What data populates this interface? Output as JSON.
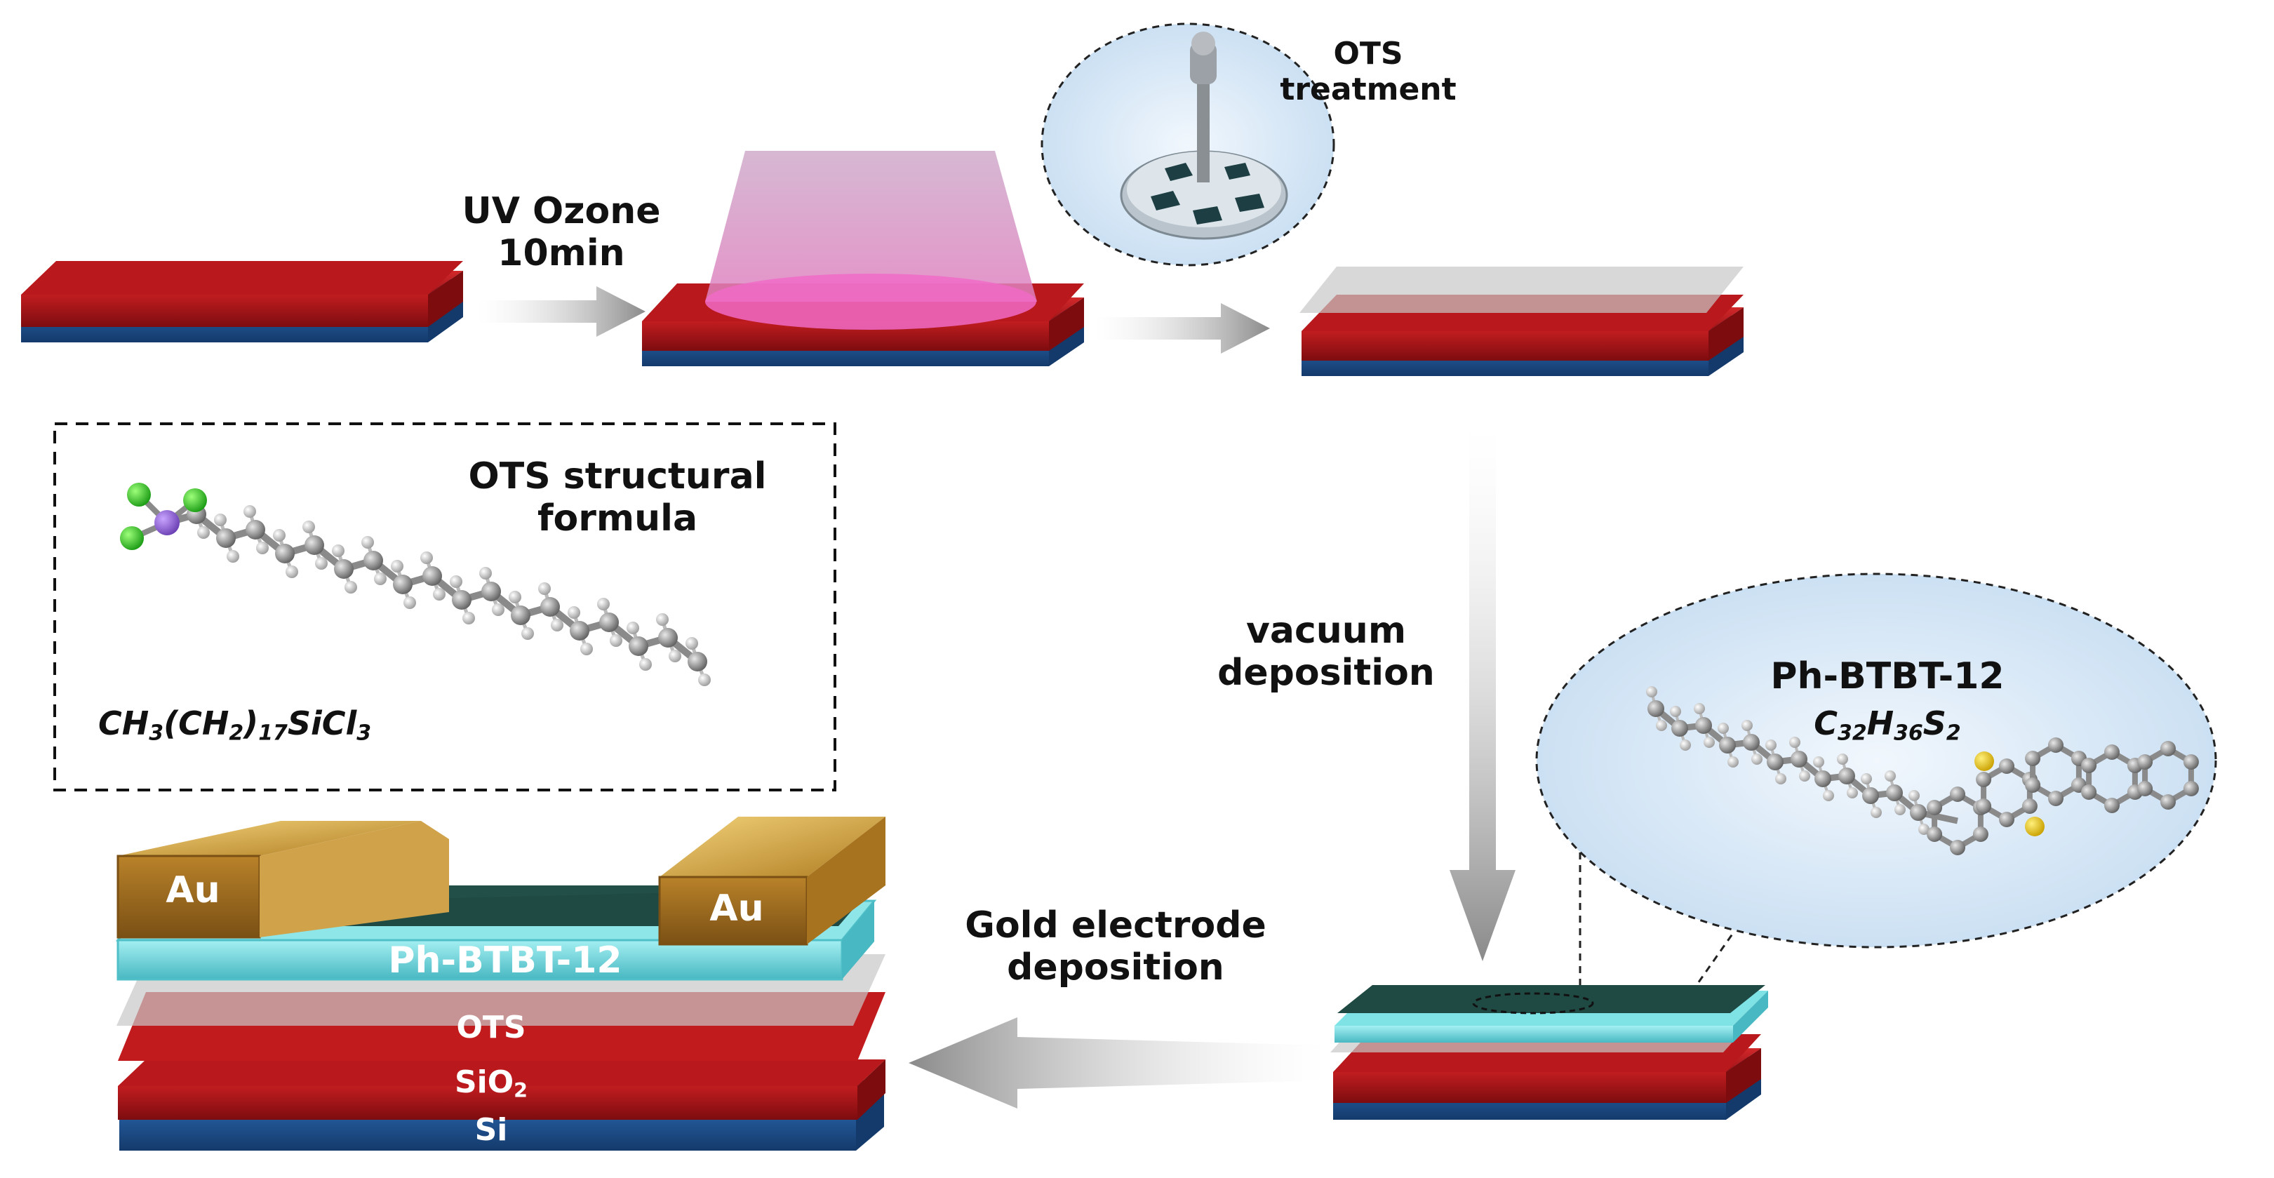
{
  "steps": {
    "uv_ozone_line1": "UV Ozone",
    "uv_ozone_line2": "10min",
    "ots_treatment_line1": "OTS",
    "ots_treatment_line2": "treatment",
    "vacuum_line1": "vacuum",
    "vacuum_line2": "deposition",
    "gold_line1": "Gold electrode",
    "gold_line2": "deposition"
  },
  "ots_box": {
    "title_line1": "OTS structural",
    "title_line2": "formula",
    "formula": {
      "a": "CH",
      "a_sub": "3",
      "b": "(CH",
      "b_sub": "2",
      "c": ")",
      "c_sub": "17",
      "d": "SiCl",
      "d_sub": "3"
    }
  },
  "molecule": {
    "name": "Ph-BTBT-12",
    "formula": {
      "c": "C",
      "c_sub": "32",
      "h": "H",
      "h_sub": "36",
      "s": "S",
      "s_sub": "2"
    }
  },
  "device_layers": {
    "au_left": "Au",
    "au_right": "Au",
    "semiconductor": "Ph-BTBT-12",
    "ots": "OTS",
    "oxide": "SiO",
    "oxide_sub": "2",
    "substrate": "Si"
  },
  "colors": {
    "oxide_red": "#b0171b",
    "silicon_blue": "#1e4f8f",
    "semiconductor_dark": "#1f4a44",
    "semiconductor_cyan": "#7fe3e6",
    "gold": "#c9942e",
    "uv_pink": "#d98fc0",
    "bubble_blue": "#dcebf7",
    "arrow_gray": "#9a9a9a"
  },
  "icons": [
    "arrow-right-icon",
    "arrow-down-icon",
    "arrow-left-icon",
    "ots-dish-icon",
    "ots-molecule-icon",
    "ph-btbt-molecule-icon"
  ]
}
